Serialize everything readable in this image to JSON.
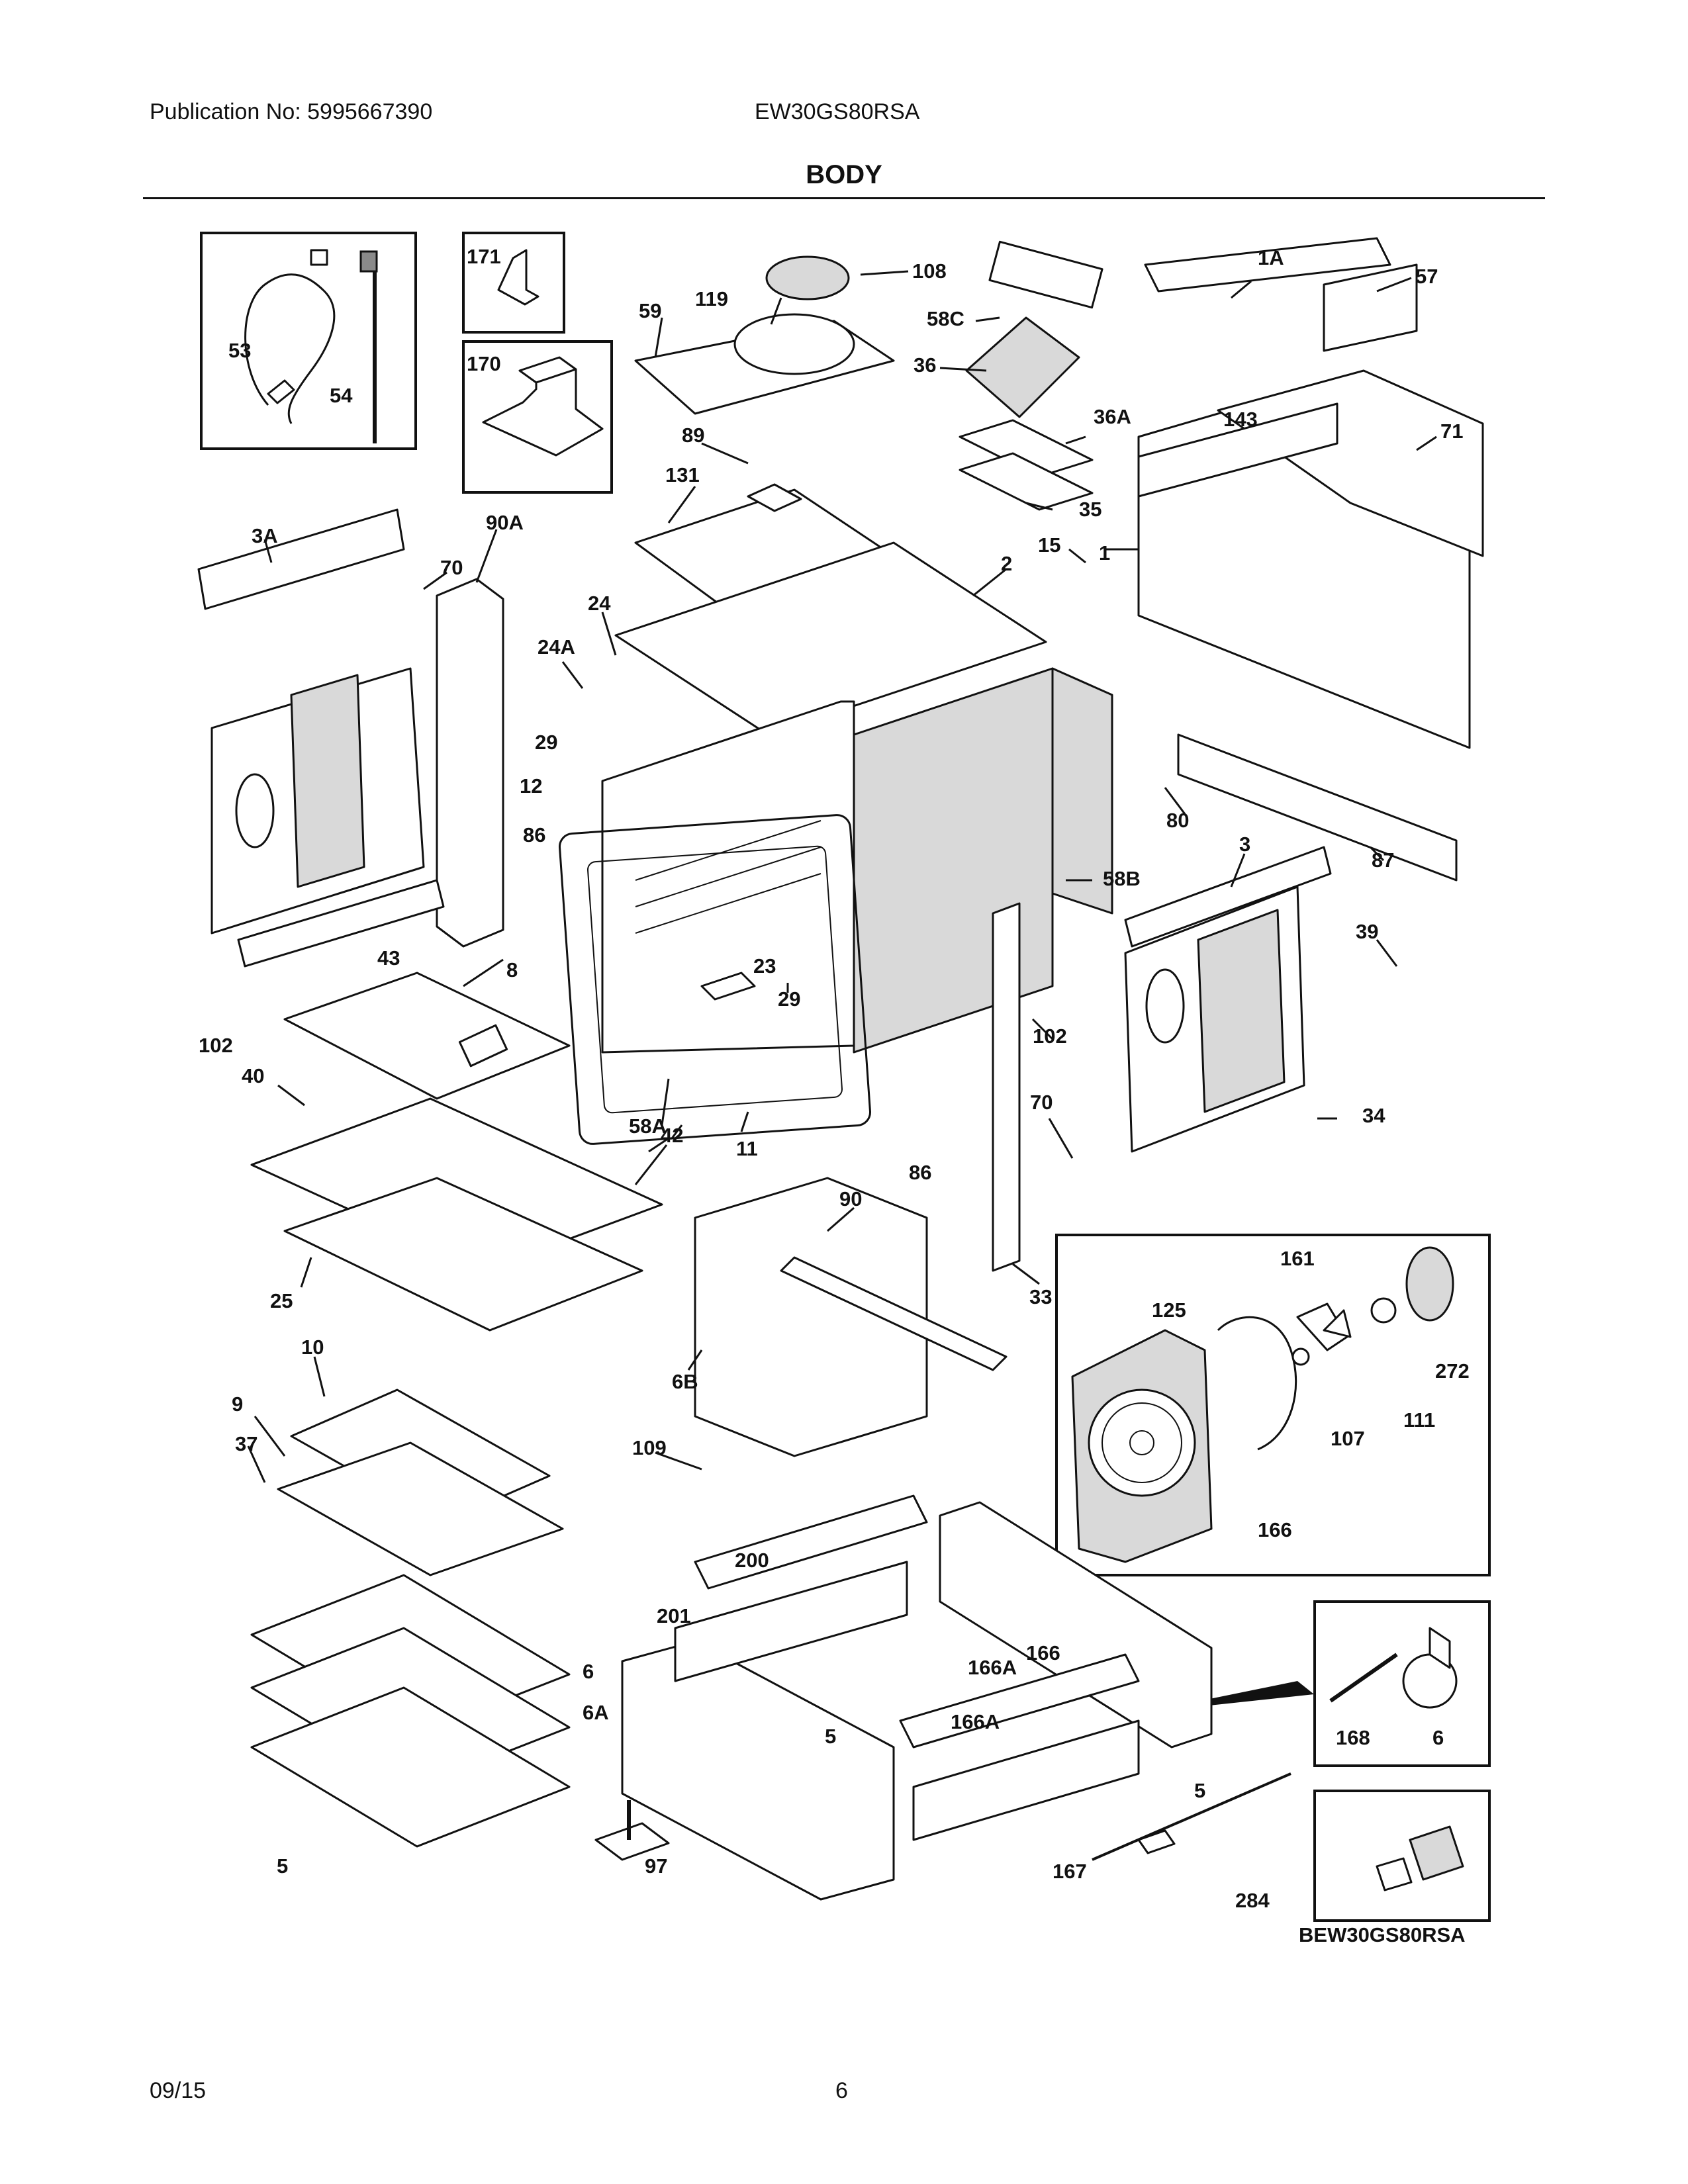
{
  "header": {
    "publication": "Publication No: 5995667390",
    "model": "EW30GS80RSA",
    "section_title": "BODY"
  },
  "footer": {
    "date": "09/15",
    "page_number": "6"
  },
  "diagram": {
    "model_label": "BEW30GS80RSA",
    "part_callouts": [
      "1A",
      "57",
      "108",
      "119",
      "59",
      "58C",
      "36",
      "171",
      "170",
      "53",
      "54",
      "89",
      "131",
      "36A",
      "143",
      "71",
      "35",
      "15",
      "1",
      "2",
      "3A",
      "90A",
      "70",
      "24",
      "24A",
      "29",
      "12",
      "86",
      "80",
      "87",
      "58B",
      "3",
      "39",
      "43",
      "102",
      "8",
      "23",
      "29",
      "11",
      "42",
      "40",
      "25",
      "86",
      "58A",
      "102",
      "70",
      "34",
      "90",
      "33",
      "6B",
      "10",
      "9",
      "37",
      "109",
      "161",
      "125",
      "272",
      "111",
      "107",
      "166",
      "200",
      "201",
      "166",
      "166A",
      "5",
      "166A",
      "5",
      "167",
      "168",
      "6",
      "6",
      "6A",
      "5",
      "97",
      "284"
    ]
  }
}
